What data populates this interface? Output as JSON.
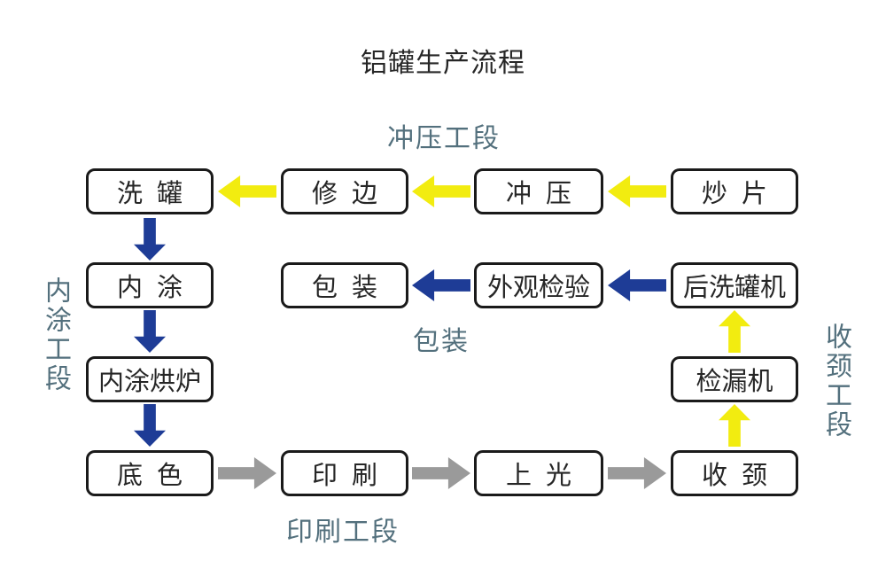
{
  "title": "铝罐生产流程",
  "colors": {
    "arrow_yellow": "#F2EC10",
    "arrow_blue": "#1E3C96",
    "arrow_gray": "#9A9A9A",
    "label_teal": "#53707D",
    "box_border": "#1A1A1A",
    "text_dark": "#262626",
    "background": "#FFFFFF"
  },
  "labels": {
    "stamping_section": "冲压工段",
    "inner_coating_section": "内涂工段",
    "necking_section": "收颈工段",
    "packing_section": "包装",
    "printing_section": "印刷工段"
  },
  "nodes": {
    "wash_can": "洗  罐",
    "trim": "修  边",
    "punch": "冲  压",
    "sheet_fry": "炒  片",
    "inner_coat": "内  涂",
    "pack": "包  装",
    "visual_inspect": "外观检验",
    "post_wash": "后洗罐机",
    "coat_oven": "内涂烘炉",
    "leak_test": "检漏机",
    "base_color": "底  色",
    "print": "印  刷",
    "varnish": "上  光",
    "neck": "收  颈"
  },
  "connections": [
    {
      "from": "sheet_fry",
      "to": "punch",
      "direction": "left",
      "color": "yellow"
    },
    {
      "from": "punch",
      "to": "trim",
      "direction": "left",
      "color": "yellow"
    },
    {
      "from": "trim",
      "to": "wash_can",
      "direction": "left",
      "color": "yellow"
    },
    {
      "from": "wash_can",
      "to": "inner_coat",
      "direction": "down",
      "color": "blue"
    },
    {
      "from": "inner_coat",
      "to": "coat_oven",
      "direction": "down",
      "color": "blue"
    },
    {
      "from": "coat_oven",
      "to": "base_color",
      "direction": "down",
      "color": "blue"
    },
    {
      "from": "base_color",
      "to": "print",
      "direction": "right",
      "color": "gray"
    },
    {
      "from": "print",
      "to": "varnish",
      "direction": "right",
      "color": "gray"
    },
    {
      "from": "varnish",
      "to": "neck",
      "direction": "right",
      "color": "gray"
    },
    {
      "from": "neck",
      "to": "leak_test",
      "direction": "up",
      "color": "yellow"
    },
    {
      "from": "leak_test",
      "to": "post_wash",
      "direction": "up",
      "color": "yellow"
    },
    {
      "from": "post_wash",
      "to": "visual_inspect",
      "direction": "left",
      "color": "blue"
    },
    {
      "from": "visual_inspect",
      "to": "pack",
      "direction": "left",
      "color": "blue"
    }
  ]
}
